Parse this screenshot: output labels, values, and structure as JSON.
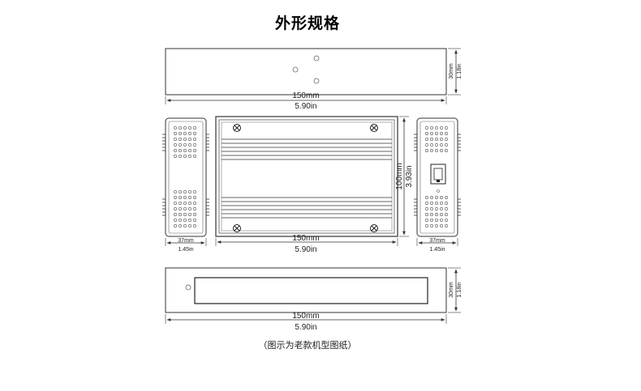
{
  "title": "外形规格",
  "caption": "（图示为老款机型图纸）",
  "top_view": {
    "width_mm": "150mm",
    "width_in": "5.90in",
    "height_mm": "30mm",
    "height_in": "1.18in"
  },
  "left_view": {
    "depth_mm": "37mm",
    "depth_in": "1.45in"
  },
  "front_view": {
    "width_mm": "150mm",
    "width_in": "5.90in",
    "height_mm": "100mm",
    "height_in": "3.93in"
  },
  "right_view": {
    "depth_mm": "37mm",
    "depth_in": "1.45in"
  },
  "bottom_view": {
    "width_mm": "150mm",
    "width_in": "5.90in",
    "height_mm": "30mm",
    "height_in": "1.18in"
  }
}
